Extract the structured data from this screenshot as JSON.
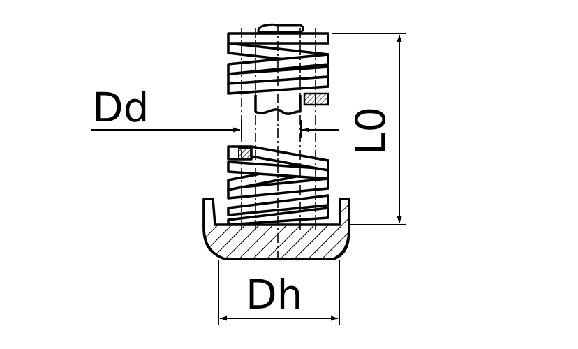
{
  "labels": {
    "dd": "Dd",
    "dh": "Dh",
    "l0": "L0"
  },
  "colors": {
    "ink": "#000000",
    "paper": "#ffffff"
  }
}
